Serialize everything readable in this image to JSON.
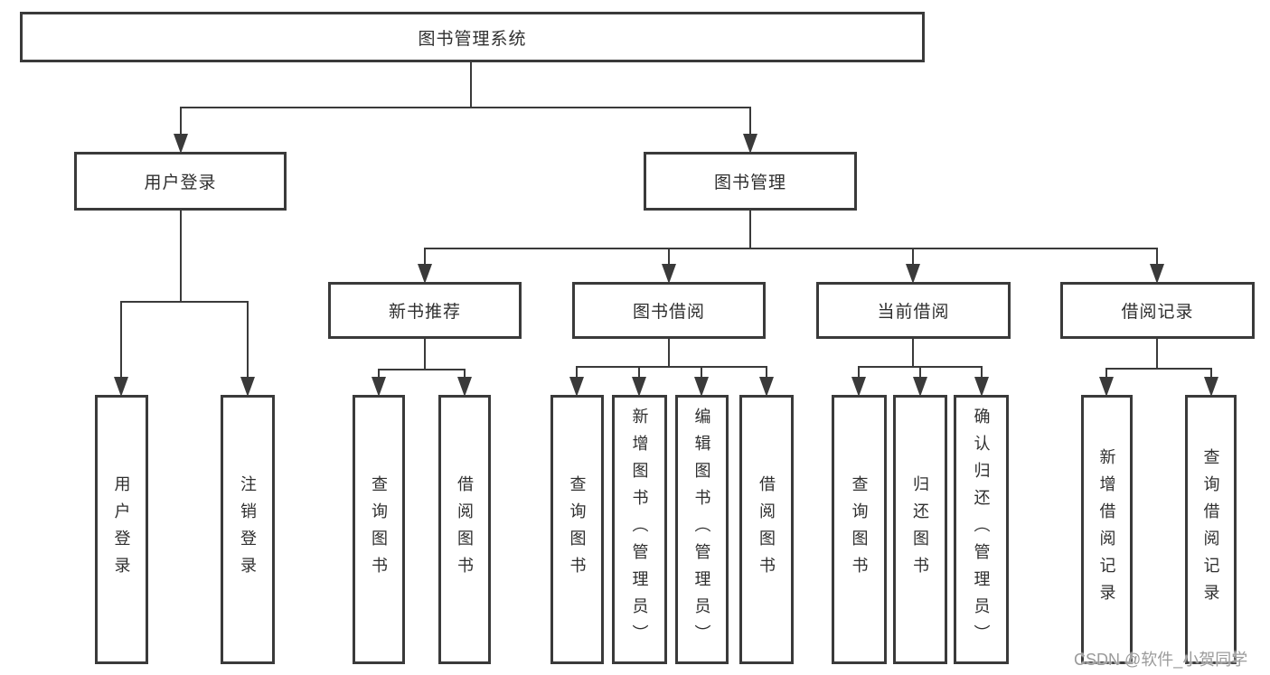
{
  "diagram": {
    "root": {
      "label": "图书管理系统"
    },
    "branches": [
      {
        "label": "用户登录",
        "children": [
          "用户登录",
          "注销登录"
        ]
      },
      {
        "label": "图书管理",
        "sections": [
          {
            "label": "新书推荐",
            "children": [
              "查询图书",
              "借阅图书"
            ]
          },
          {
            "label": "图书借阅",
            "children": [
              "查询图书",
              "新增图书（管理员）",
              "编辑图书（管理员）",
              "借阅图书"
            ]
          },
          {
            "label": "当前借阅",
            "children": [
              "查询图书",
              "归还图书",
              "确认归还（管理员）"
            ]
          },
          {
            "label": "借阅记录",
            "children": [
              "新增借阅记录",
              "查询借阅记录"
            ]
          }
        ]
      }
    ]
  },
  "watermark": {
    "text": "CSDN @软件_小贺同学"
  },
  "colors": {
    "line": "#3a3a3a",
    "box_border": "#3a3a3a",
    "text": "#2f2f2f",
    "background": "#ffffff",
    "watermark": "#9b9b9b"
  }
}
